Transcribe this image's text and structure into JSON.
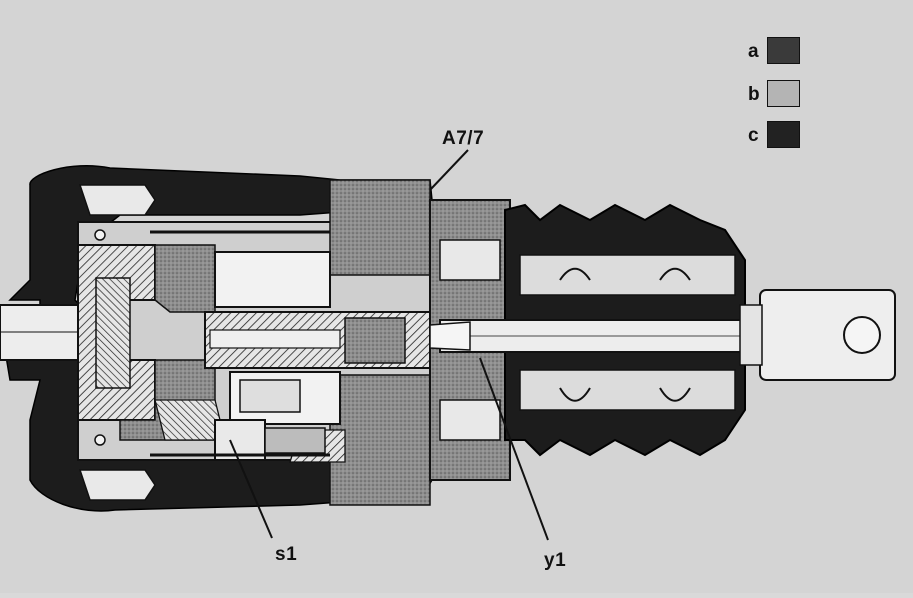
{
  "legend": [
    {
      "letter": "a",
      "color": "#3a3a3a"
    },
    {
      "letter": "b",
      "color": "#b4b4b4"
    },
    {
      "letter": "c",
      "color": "#222222"
    }
  ],
  "callouts": {
    "a77": "A7/7",
    "s1": "s1",
    "y1": "y1"
  },
  "colors": {
    "background": "#d9d9d9",
    "dark_fill": "#1c1c1c",
    "mid_fill": "#8a8a8a",
    "light_fill": "#c8c8c8",
    "white": "#f2f2f2"
  }
}
